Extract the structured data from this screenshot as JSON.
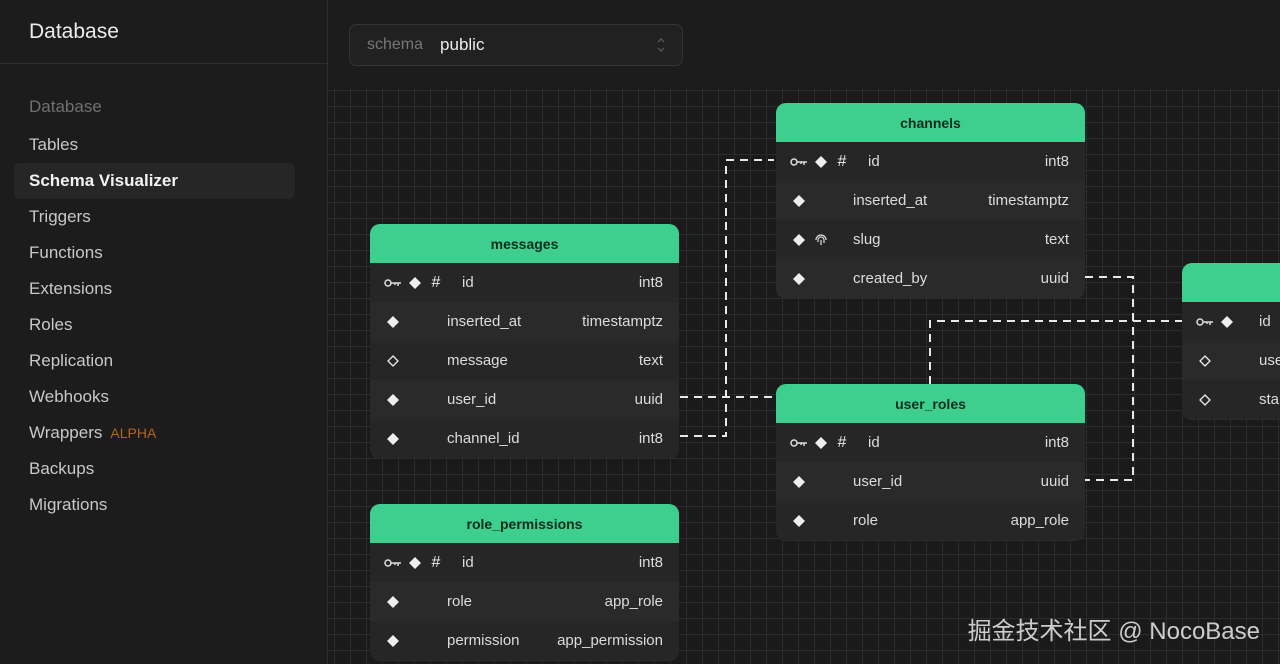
{
  "sidebar": {
    "title": "Database",
    "group_title": "Database",
    "items": [
      {
        "label": "Tables"
      },
      {
        "label": "Schema Visualizer"
      },
      {
        "label": "Triggers"
      },
      {
        "label": "Functions"
      },
      {
        "label": "Extensions"
      },
      {
        "label": "Roles"
      },
      {
        "label": "Replication"
      },
      {
        "label": "Webhooks"
      },
      {
        "label": "Wrappers",
        "badge": "ALPHA"
      },
      {
        "label": "Backups"
      },
      {
        "label": "Migrations"
      }
    ],
    "active_item": "Schema Visualizer"
  },
  "schema_select": {
    "label": "schema",
    "value": "public"
  },
  "tables": {
    "channels": {
      "name": "channels",
      "columns": [
        {
          "name": "id",
          "type": "int8"
        },
        {
          "name": "inserted_at",
          "type": "timestamptz"
        },
        {
          "name": "slug",
          "type": "text"
        },
        {
          "name": "created_by",
          "type": "uuid"
        }
      ]
    },
    "messages": {
      "name": "messages",
      "columns": [
        {
          "name": "id",
          "type": "int8"
        },
        {
          "name": "inserted_at",
          "type": "timestamptz"
        },
        {
          "name": "message",
          "type": "text"
        },
        {
          "name": "user_id",
          "type": "uuid"
        },
        {
          "name": "channel_id",
          "type": "int8"
        }
      ]
    },
    "user_roles": {
      "name": "user_roles",
      "columns": [
        {
          "name": "id",
          "type": "int8"
        },
        {
          "name": "user_id",
          "type": "uuid"
        },
        {
          "name": "role",
          "type": "app_role"
        }
      ]
    },
    "role_permissions": {
      "name": "role_permissions",
      "columns": [
        {
          "name": "id",
          "type": "int8"
        },
        {
          "name": "role",
          "type": "app_role"
        },
        {
          "name": "permission",
          "type": "app_permission"
        }
      ]
    },
    "users_partial": {
      "columns": [
        {
          "name": "id"
        },
        {
          "name": "use"
        },
        {
          "name": "sta"
        }
      ]
    }
  },
  "watermark": "掘金技术社区 @ NocoBase",
  "colors": {
    "accent": "#3ecf8e",
    "background": "#1c1c1c",
    "badge": "#b06522"
  }
}
